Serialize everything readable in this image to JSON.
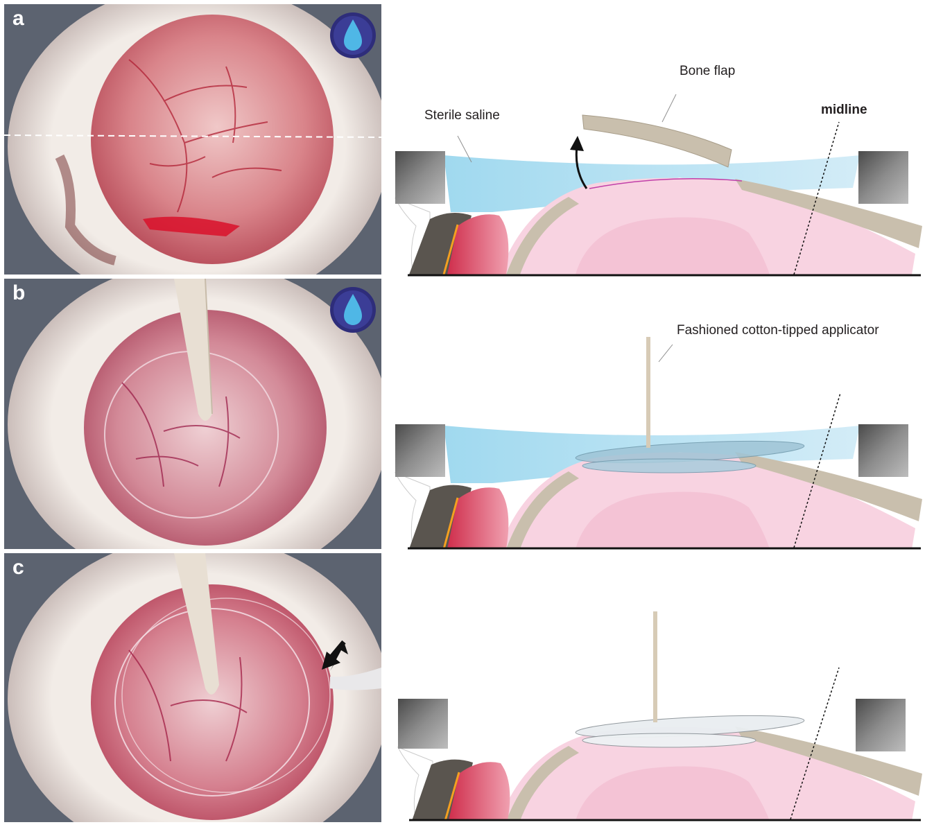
{
  "panels": [
    {
      "letter": "a",
      "has_saline_icon": true,
      "labels": {
        "saline": "Sterile saline",
        "bone_flap": "Bone flap",
        "midline": "midline"
      }
    },
    {
      "letter": "b",
      "has_saline_icon": true,
      "labels": {
        "applicator": "Fashioned cotton-tipped applicator"
      }
    },
    {
      "letter": "c",
      "has_saline_icon": false,
      "labels": {}
    }
  ],
  "icons": {
    "saline_drop": "water-drop-icon",
    "flap_arrow": "curved-arrow-icon",
    "pointer_arrow": "arrow-pointer-icon"
  },
  "colors": {
    "saline": "#a9dcef",
    "brain": "#f6cadb",
    "bone": "#c9bfad",
    "blood": "#e0485e",
    "headpost": "#707070"
  }
}
